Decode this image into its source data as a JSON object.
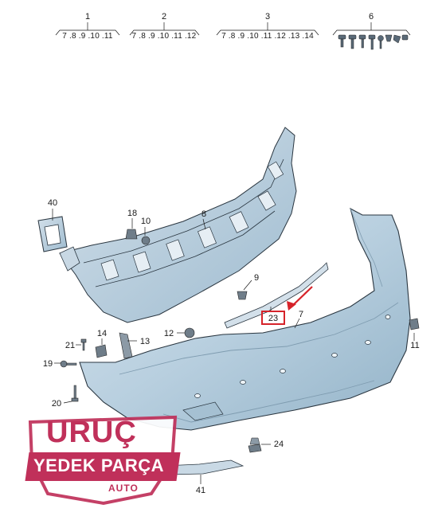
{
  "groups": [
    {
      "num": "1",
      "seq": "7 .8 .9 .10 .11"
    },
    {
      "num": "2",
      "seq": "7 .8 .9 .10 .11 .12"
    },
    {
      "num": "3",
      "seq": "7 .8 .9 .10 .11 .12 .13 .14"
    },
    {
      "num": "6",
      "seq": ""
    }
  ],
  "callouts": {
    "c40": "40",
    "c18": "18",
    "c10": "10",
    "c8": "8",
    "c9": "9",
    "c7": "7",
    "c23": "23",
    "c14": "14",
    "c13": "13",
    "c21": "21",
    "c12": "12",
    "c19": "19",
    "c20": "20",
    "c11": "11",
    "c24": "24",
    "c41": "41"
  },
  "logo": {
    "line1": "URUÇ",
    "line2": "YEDEK PARÇA",
    "line3": "AUTO"
  },
  "colors": {
    "bumper": "#b8cfdf",
    "bumper_shade": "#8fb0c6",
    "bracket": "#c2d4e1",
    "highlight": "#d6232a",
    "logo": "#c0305a"
  }
}
